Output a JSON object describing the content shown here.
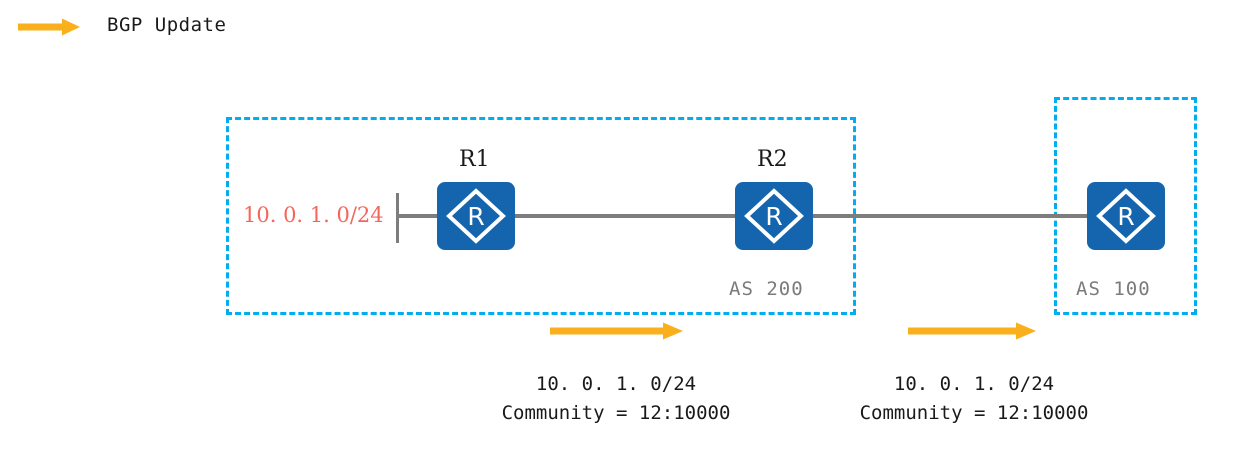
{
  "legend": {
    "arrow_icon": "arrow-right-icon",
    "label": "BGP Update",
    "arrow_color": "#F9B01C"
  },
  "colors": {
    "as_box_border": "#00ADEF",
    "router_fill": "#1565AE",
    "router_glyph": "#FFFFFF",
    "link": "#7D7D7D",
    "arrow": "#F9B01C",
    "prefix_red": "#F4665C",
    "as_label_gray": "#7B7B7B",
    "text": "#1A1A1A"
  },
  "topology": {
    "prefix_red_label": "10. 0. 1. 0/24",
    "as_domains": [
      {
        "id": "as-200",
        "label": "AS 200"
      },
      {
        "id": "as-100",
        "label": "AS 100"
      }
    ],
    "routers": [
      {
        "id": "r1",
        "label": "R1",
        "glyph": "R"
      },
      {
        "id": "r2",
        "label": "R2",
        "glyph": "R"
      },
      {
        "id": "r3",
        "label": "",
        "glyph": "R"
      }
    ]
  },
  "updates": [
    {
      "id": "update-1",
      "arrow_icon": "arrow-right-icon",
      "prefix": "10. 0. 1. 0/24",
      "community": "Community = 12:10000"
    },
    {
      "id": "update-2",
      "arrow_icon": "arrow-right-icon",
      "prefix": "10. 0. 1. 0/24",
      "community": "Community = 12:10000"
    }
  ]
}
